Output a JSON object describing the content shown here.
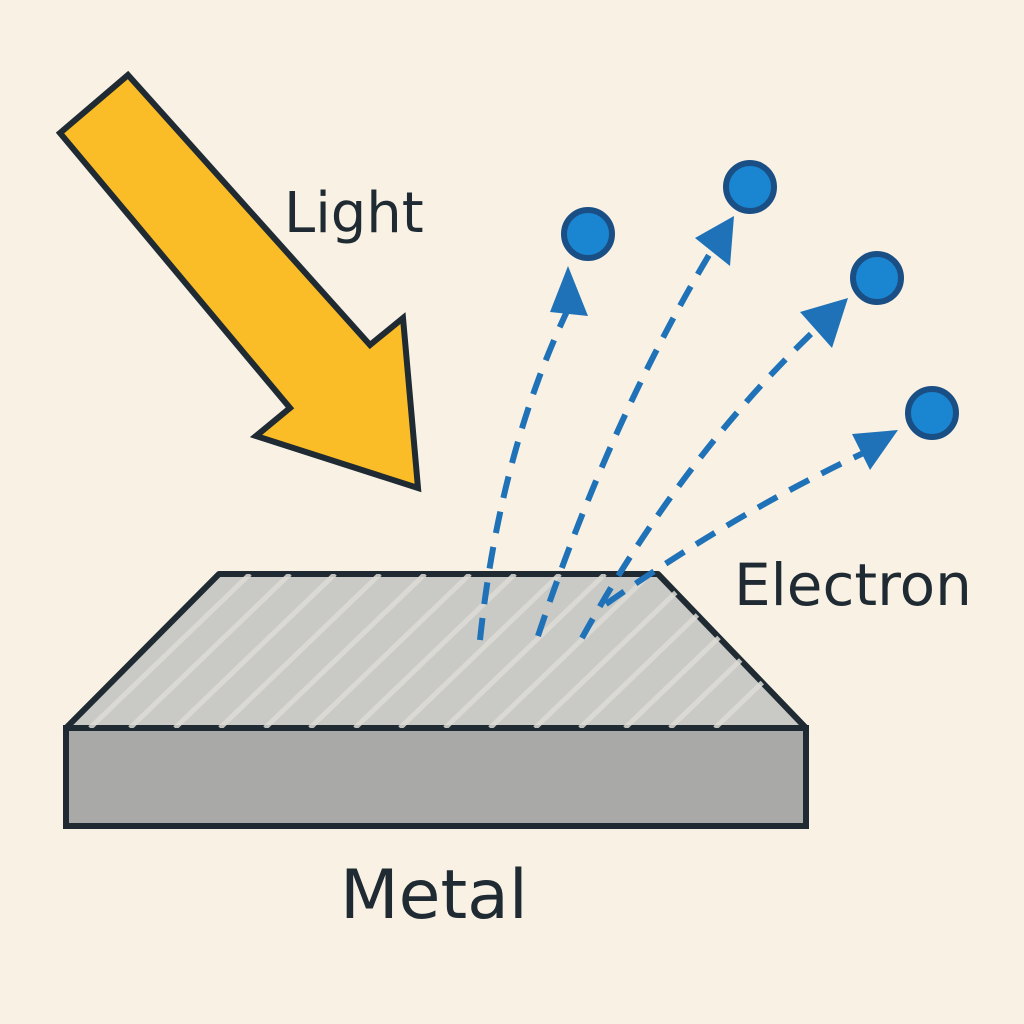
{
  "labels": {
    "light": "Light",
    "electron": "Electron",
    "metal": "Metal"
  },
  "colors": {
    "background": "#f9f2e4",
    "light_arrow": "#fbbd27",
    "outline": "#1f2a33",
    "metal_top": "#c9c9c6",
    "metal_front": "#a9a9a7",
    "electron": "#1a86d1",
    "electron_path": "#1f72b8"
  },
  "icons": {
    "light_ray": "light-arrow-icon",
    "electron": "electron-dot-icon"
  }
}
